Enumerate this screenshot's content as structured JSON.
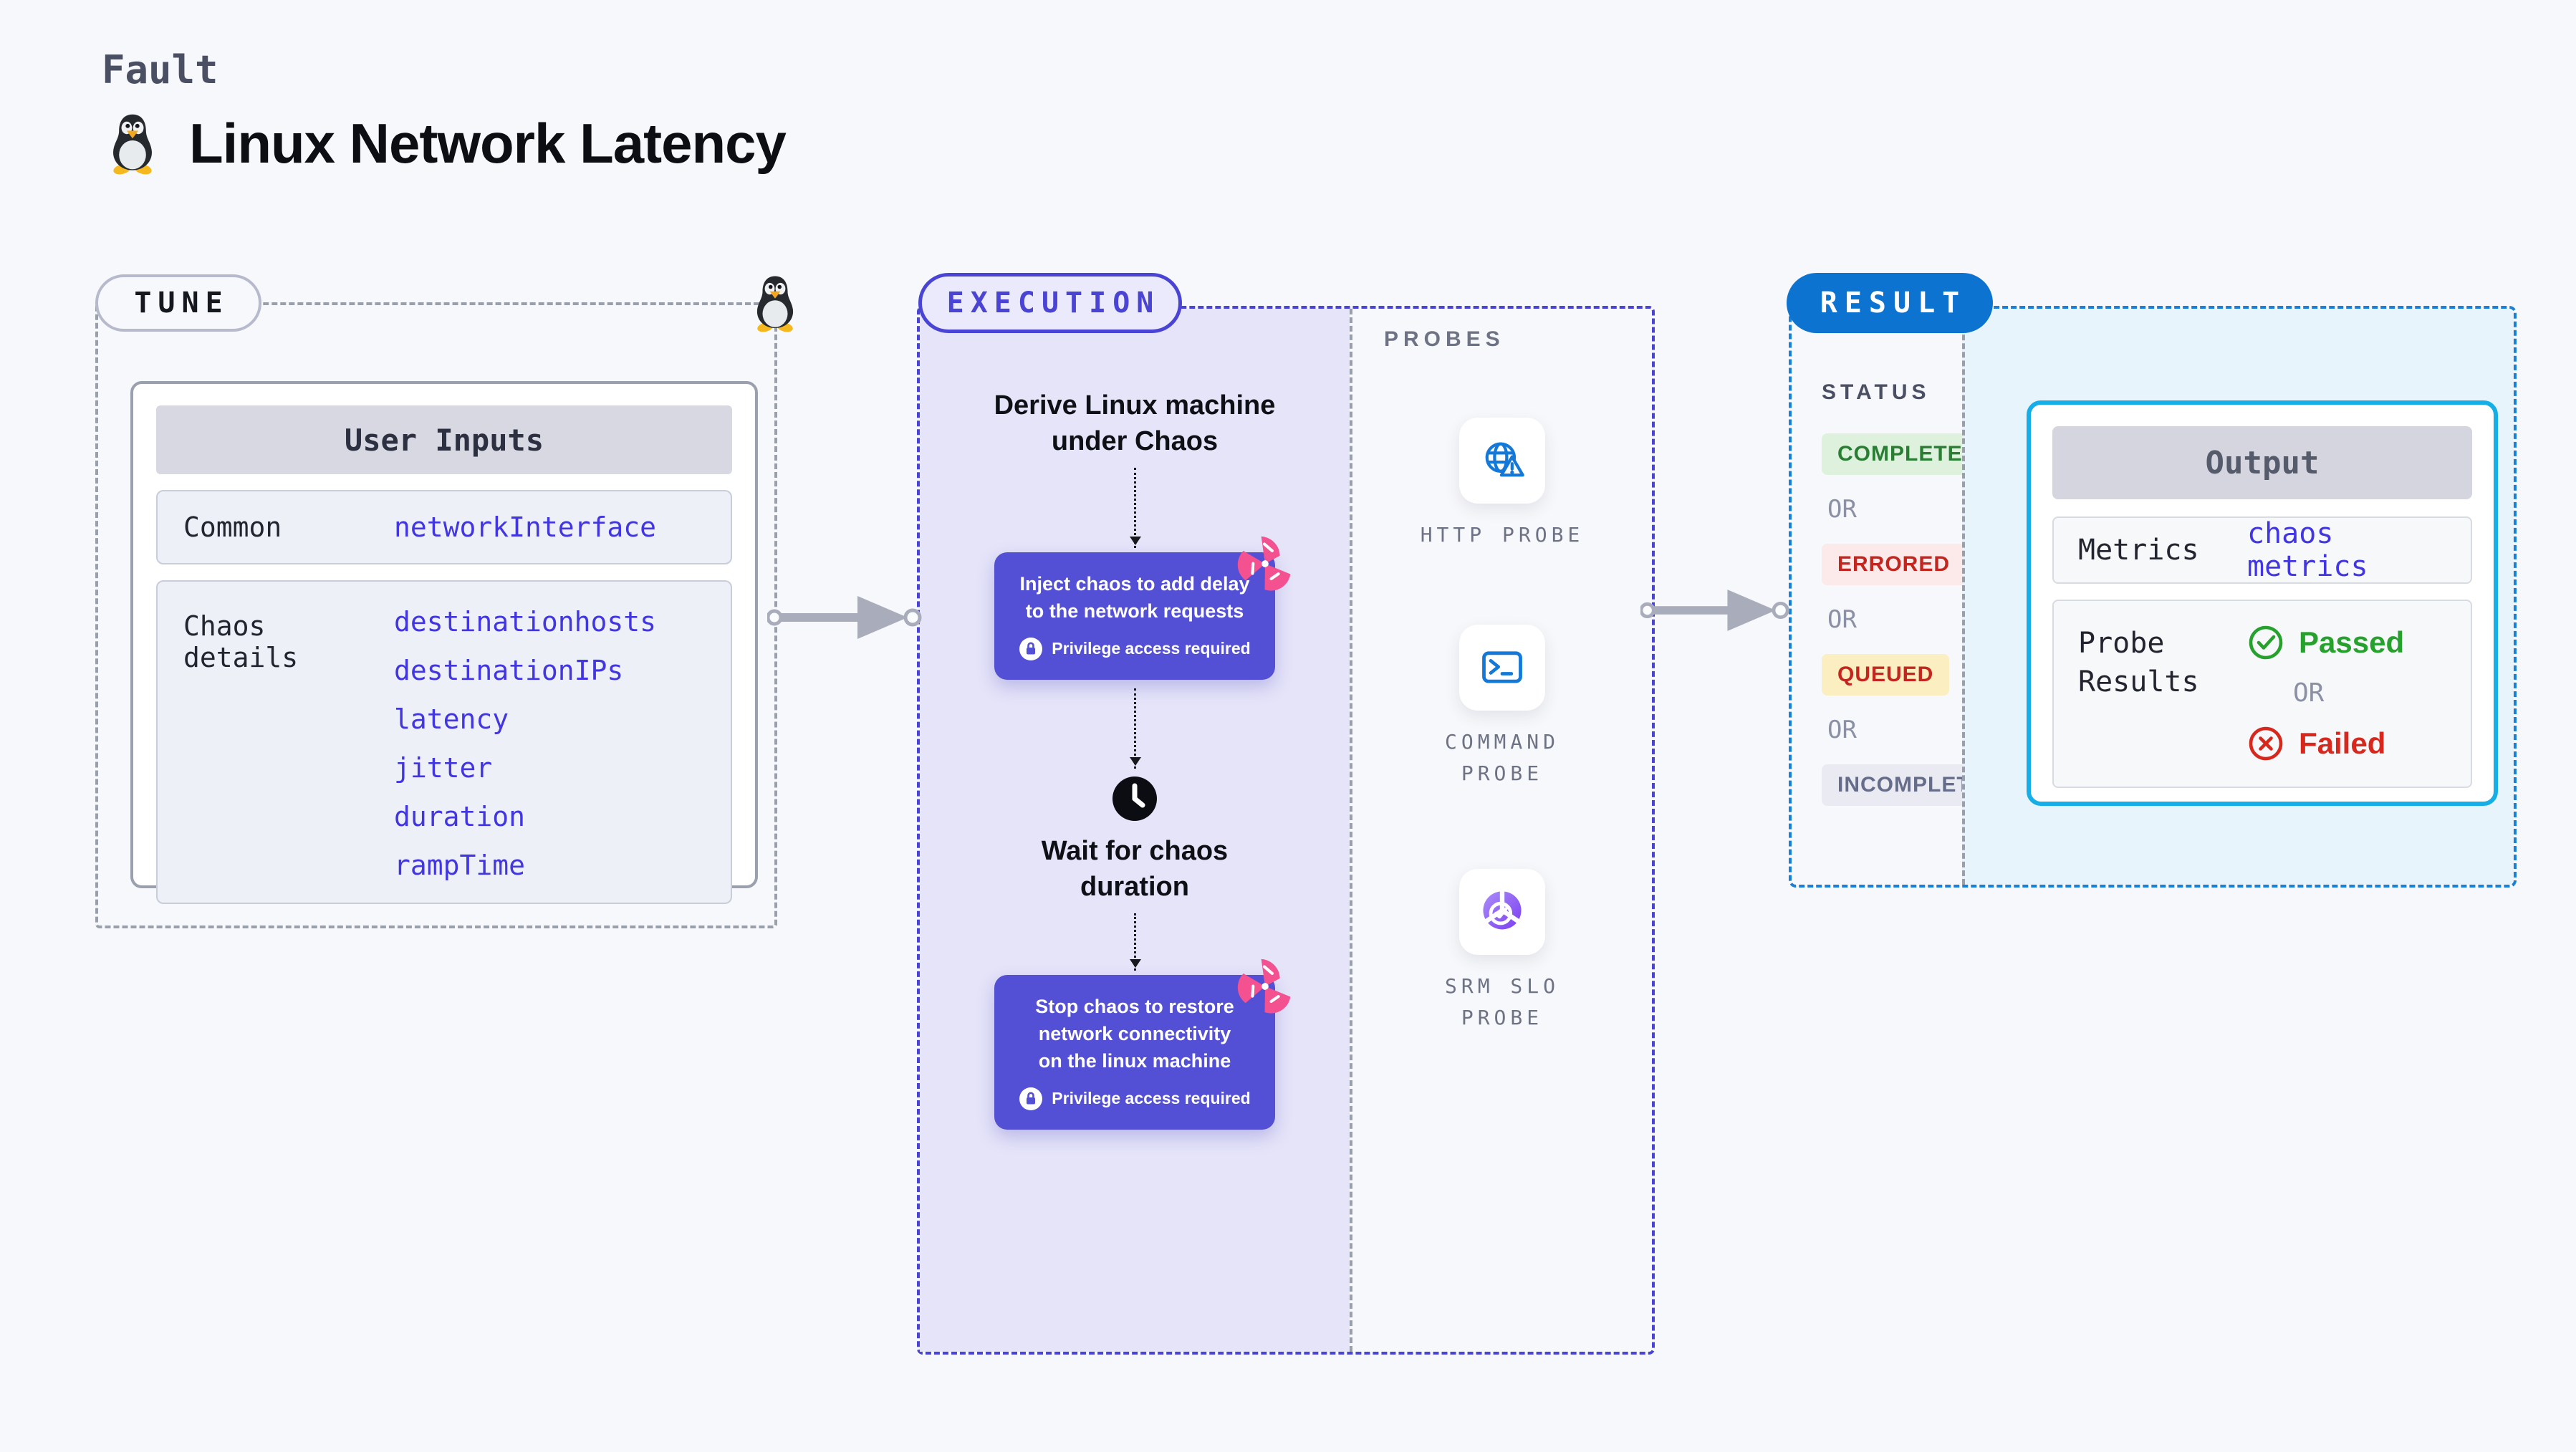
{
  "page": {
    "kicker": "Fault",
    "title": "Linux Network Latency"
  },
  "tune": {
    "badge": "TUNE",
    "table_header": "User Inputs",
    "rows": [
      {
        "label": "Common",
        "values": [
          "networkInterface"
        ]
      },
      {
        "label": "Chaos details",
        "values": [
          "destinationhosts",
          "destinationIPs",
          "latency",
          "jitter",
          "duration",
          "rampTime"
        ]
      }
    ]
  },
  "execution": {
    "badge": "EXECUTION",
    "steps": {
      "derive": "Derive Linux machine under Chaos",
      "inject": "Inject chaos to add delay to the network requests",
      "privilege_note": "Privilege access required",
      "wait": "Wait for chaos duration",
      "stop": "Stop chaos to restore network connectivity on the linux machine"
    }
  },
  "probes": {
    "heading": "PROBES",
    "items": [
      {
        "label": "HTTP PROBE",
        "icon": "globe-alert-icon"
      },
      {
        "label": "COMMAND PROBE",
        "icon": "terminal-icon"
      },
      {
        "label": "SRM SLO PROBE",
        "icon": "slo-donut-check-icon"
      }
    ]
  },
  "result": {
    "badge": "RESULT",
    "status_heading": "STATUS",
    "or_label": "OR",
    "statuses": [
      {
        "label": "COMPLETED",
        "type": "completed"
      },
      {
        "label": "ERRORED",
        "type": "errored"
      },
      {
        "label": "QUEUED",
        "type": "queued"
      },
      {
        "label": "INCOMPLETED",
        "type": "incompleted"
      }
    ],
    "output": {
      "header": "Output",
      "metrics_label": "Metrics",
      "metrics_value": "chaos metrics",
      "probe_results_label": "Probe Results",
      "passed": "Passed",
      "failed": "Failed"
    }
  },
  "colors": {
    "indigo": "#4a44d4",
    "step_indigo": "#5450d5",
    "lavender": "#e5e4f9",
    "blue": "#0d73d0",
    "result_border": "#1a7fd6",
    "light_blue": "#e7f4fc",
    "cyan": "#16aee6",
    "param_blue": "#4136e0",
    "green": "#27a12e",
    "green_bg": "#ddf1dc",
    "red": "#d7281e",
    "red_bg": "#fce9e9",
    "yellow_bg": "#fbeec0",
    "pink": "#f3518f",
    "probe_blue": "#1478d8",
    "arrow_gray": "#a9adbb"
  }
}
